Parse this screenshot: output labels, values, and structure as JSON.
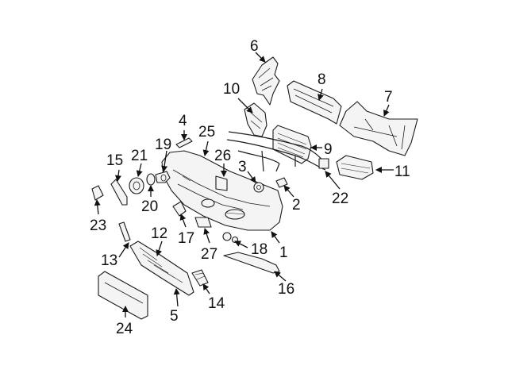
{
  "diagram": {
    "callouts": {
      "c1": "1",
      "c2": "2",
      "c3": "3",
      "c4": "4",
      "c5": "5",
      "c6": "6",
      "c7": "7",
      "c8": "8",
      "c9": "9",
      "c10": "10",
      "c11": "11",
      "c12": "12",
      "c13": "13",
      "c14": "14",
      "c15": "15",
      "c16": "16",
      "c17": "17",
      "c18": "18",
      "c19": "19",
      "c20": "20",
      "c21": "21",
      "c22": "22",
      "c23": "23",
      "c24": "24",
      "c25": "25",
      "c26": "26",
      "c27": "27"
    }
  }
}
